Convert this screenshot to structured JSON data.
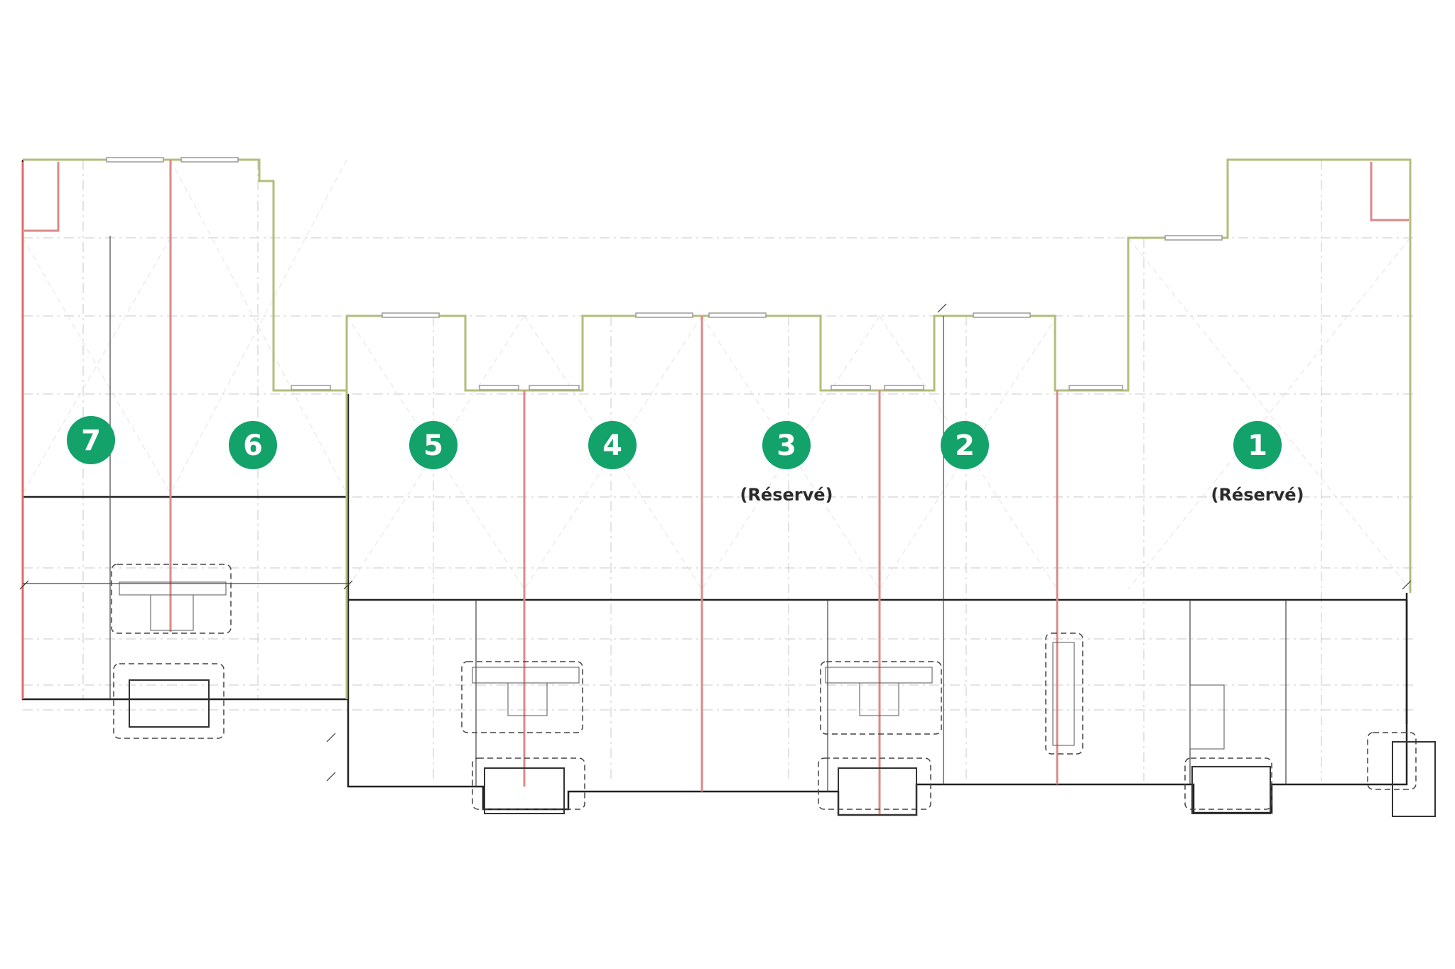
{
  "colors": {
    "badge": "#12a26a",
    "badge_text": "#ffffff",
    "label_text": "#2b2b2b",
    "outline": "#222222",
    "facade": "#b3bd7a",
    "divider": "#d98a8a"
  },
  "units": [
    {
      "number": "7",
      "status": ""
    },
    {
      "number": "6",
      "status": ""
    },
    {
      "number": "5",
      "status": ""
    },
    {
      "number": "4",
      "status": ""
    },
    {
      "number": "3",
      "status": "(Réservé)"
    },
    {
      "number": "2",
      "status": ""
    },
    {
      "number": "1",
      "status": "(Réservé)"
    }
  ]
}
